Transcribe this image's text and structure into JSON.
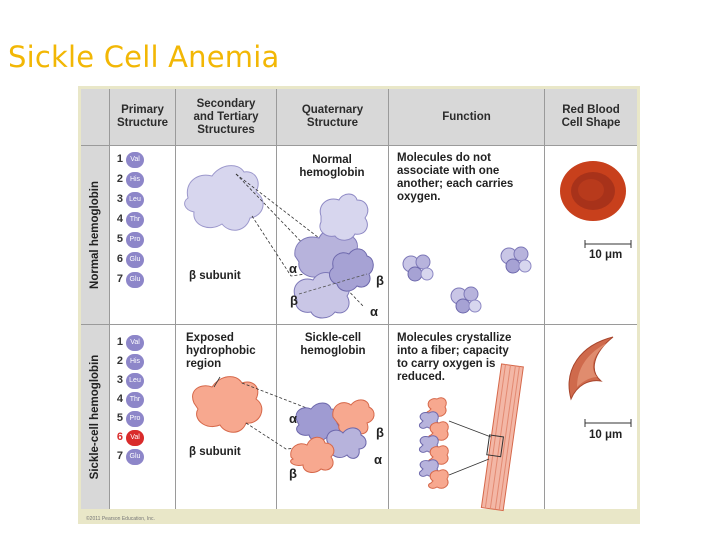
{
  "slide": {
    "title": "Sickle Cell Anemia"
  },
  "headers": {
    "primary": "Primary\nStructure",
    "secondary": "Secondary\nand Tertiary\nStructures",
    "quaternary": "Quaternary\nStructure",
    "function": "Function",
    "shape": "Red Blood\nCell Shape"
  },
  "normal": {
    "row_label": "Normal hemoglobin",
    "amino_acids": [
      {
        "n": "1",
        "aa": "Val"
      },
      {
        "n": "2",
        "aa": "His"
      },
      {
        "n": "3",
        "aa": "Leu"
      },
      {
        "n": "4",
        "aa": "Thr"
      },
      {
        "n": "5",
        "aa": "Pro"
      },
      {
        "n": "6",
        "aa": "Glu"
      },
      {
        "n": "7",
        "aa": "Glu"
      }
    ],
    "subunit_label": "β subunit",
    "quaternary_label": "Normal\nhemoglobin",
    "alpha": "α",
    "beta": "β",
    "function_text": "Molecules do not\nassociate with one\nanother; each carries\noxygen.",
    "scale": "10 μm"
  },
  "sickle": {
    "row_label": "Sickle-cell hemoglobin",
    "amino_acids": [
      {
        "n": "1",
        "aa": "Val"
      },
      {
        "n": "2",
        "aa": "His"
      },
      {
        "n": "3",
        "aa": "Leu"
      },
      {
        "n": "4",
        "aa": "Thr"
      },
      {
        "n": "5",
        "aa": "Pro"
      },
      {
        "n": "6",
        "aa": "Val"
      },
      {
        "n": "7",
        "aa": "Glu"
      }
    ],
    "exposed_label": "Exposed\nhydrophobic\nregion",
    "subunit_label": "β subunit",
    "quaternary_label": "Sickle-cell\nhemoglobin",
    "alpha": "α",
    "beta": "β",
    "function_text": "Molecules crystallize\ninto a fiber; capacity\nto carry oxygen is\nreduced.",
    "scale": "10 μm"
  },
  "copyright": "©2011 Pearson Education, Inc.",
  "colors": {
    "title": "#f2b705",
    "normal_protein": "#8d86c9",
    "sickle_protein": "#f08a6e",
    "mutation": "#d92b2b"
  }
}
